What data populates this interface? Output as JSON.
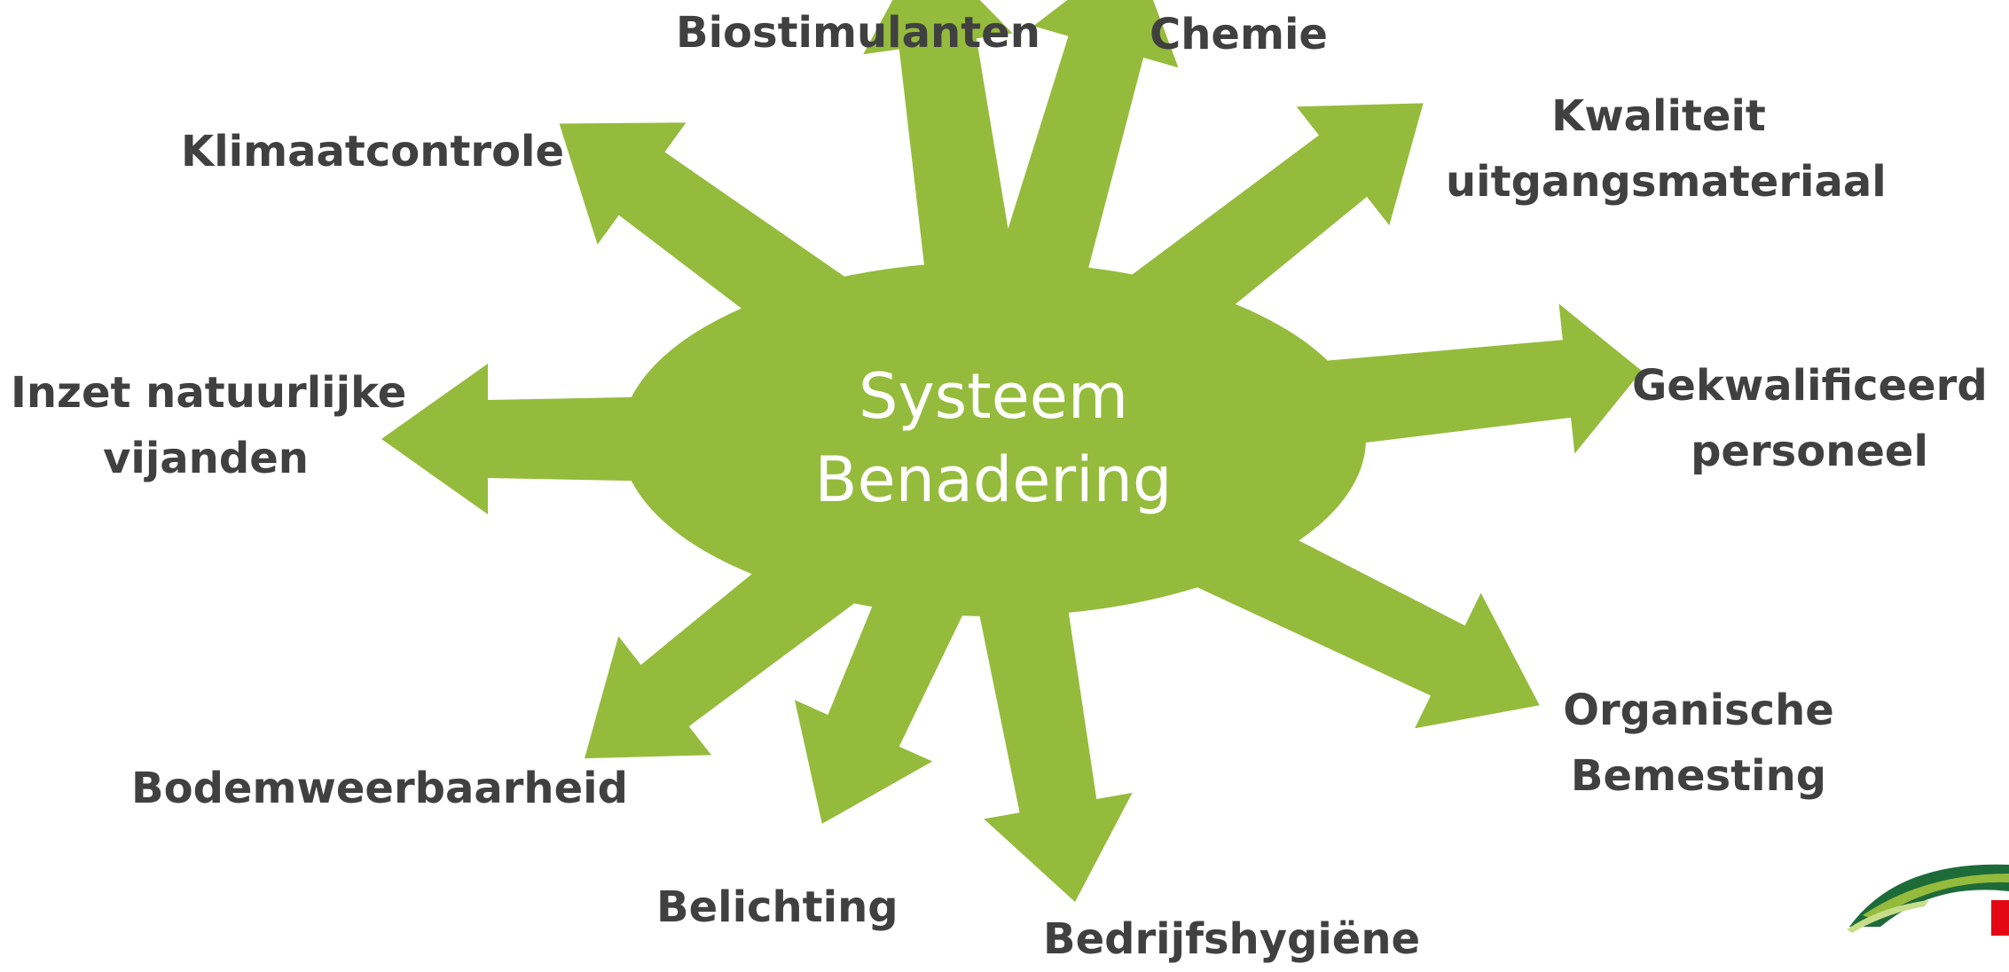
{
  "center": {
    "line1": "Systeem",
    "line2": "Benadering"
  },
  "factors": [
    {
      "id": "biostimulanten",
      "lines": [
        "Biostimulanten"
      ]
    },
    {
      "id": "chemie",
      "lines": [
        "Chemie"
      ]
    },
    {
      "id": "kwaliteit-uitgangsmateriaal",
      "lines": [
        "Kwaliteit",
        "uitgangsmateriaal"
      ]
    },
    {
      "id": "gekwalificeerd-personeel",
      "lines": [
        "Gekwalificeerd",
        "personeel"
      ]
    },
    {
      "id": "organische-bemesting",
      "lines": [
        "Organische",
        "Bemesting"
      ]
    },
    {
      "id": "bedrijfshygiene",
      "lines": [
        "Bedrijfshygiëne"
      ]
    },
    {
      "id": "belichting",
      "lines": [
        "Belichting"
      ]
    },
    {
      "id": "bodemweerbaarheid",
      "lines": [
        "Bodemweerbaarheid"
      ]
    },
    {
      "id": "inzet-natuurlijke-vijanden",
      "lines": [
        "Inzet natuurlijke",
        "vijanden"
      ]
    },
    {
      "id": "klimaatcontrole",
      "lines": [
        "Klimaatcontrole"
      ]
    }
  ],
  "colors": {
    "arrow": "#95bb3c",
    "text": "#404040",
    "center_text": "#ffffff",
    "logo_light": "#95bb3c",
    "logo_dark": "#1e6b3a",
    "logo_red": "#e30613"
  },
  "icons": {
    "logo": "company-logo-icon"
  }
}
